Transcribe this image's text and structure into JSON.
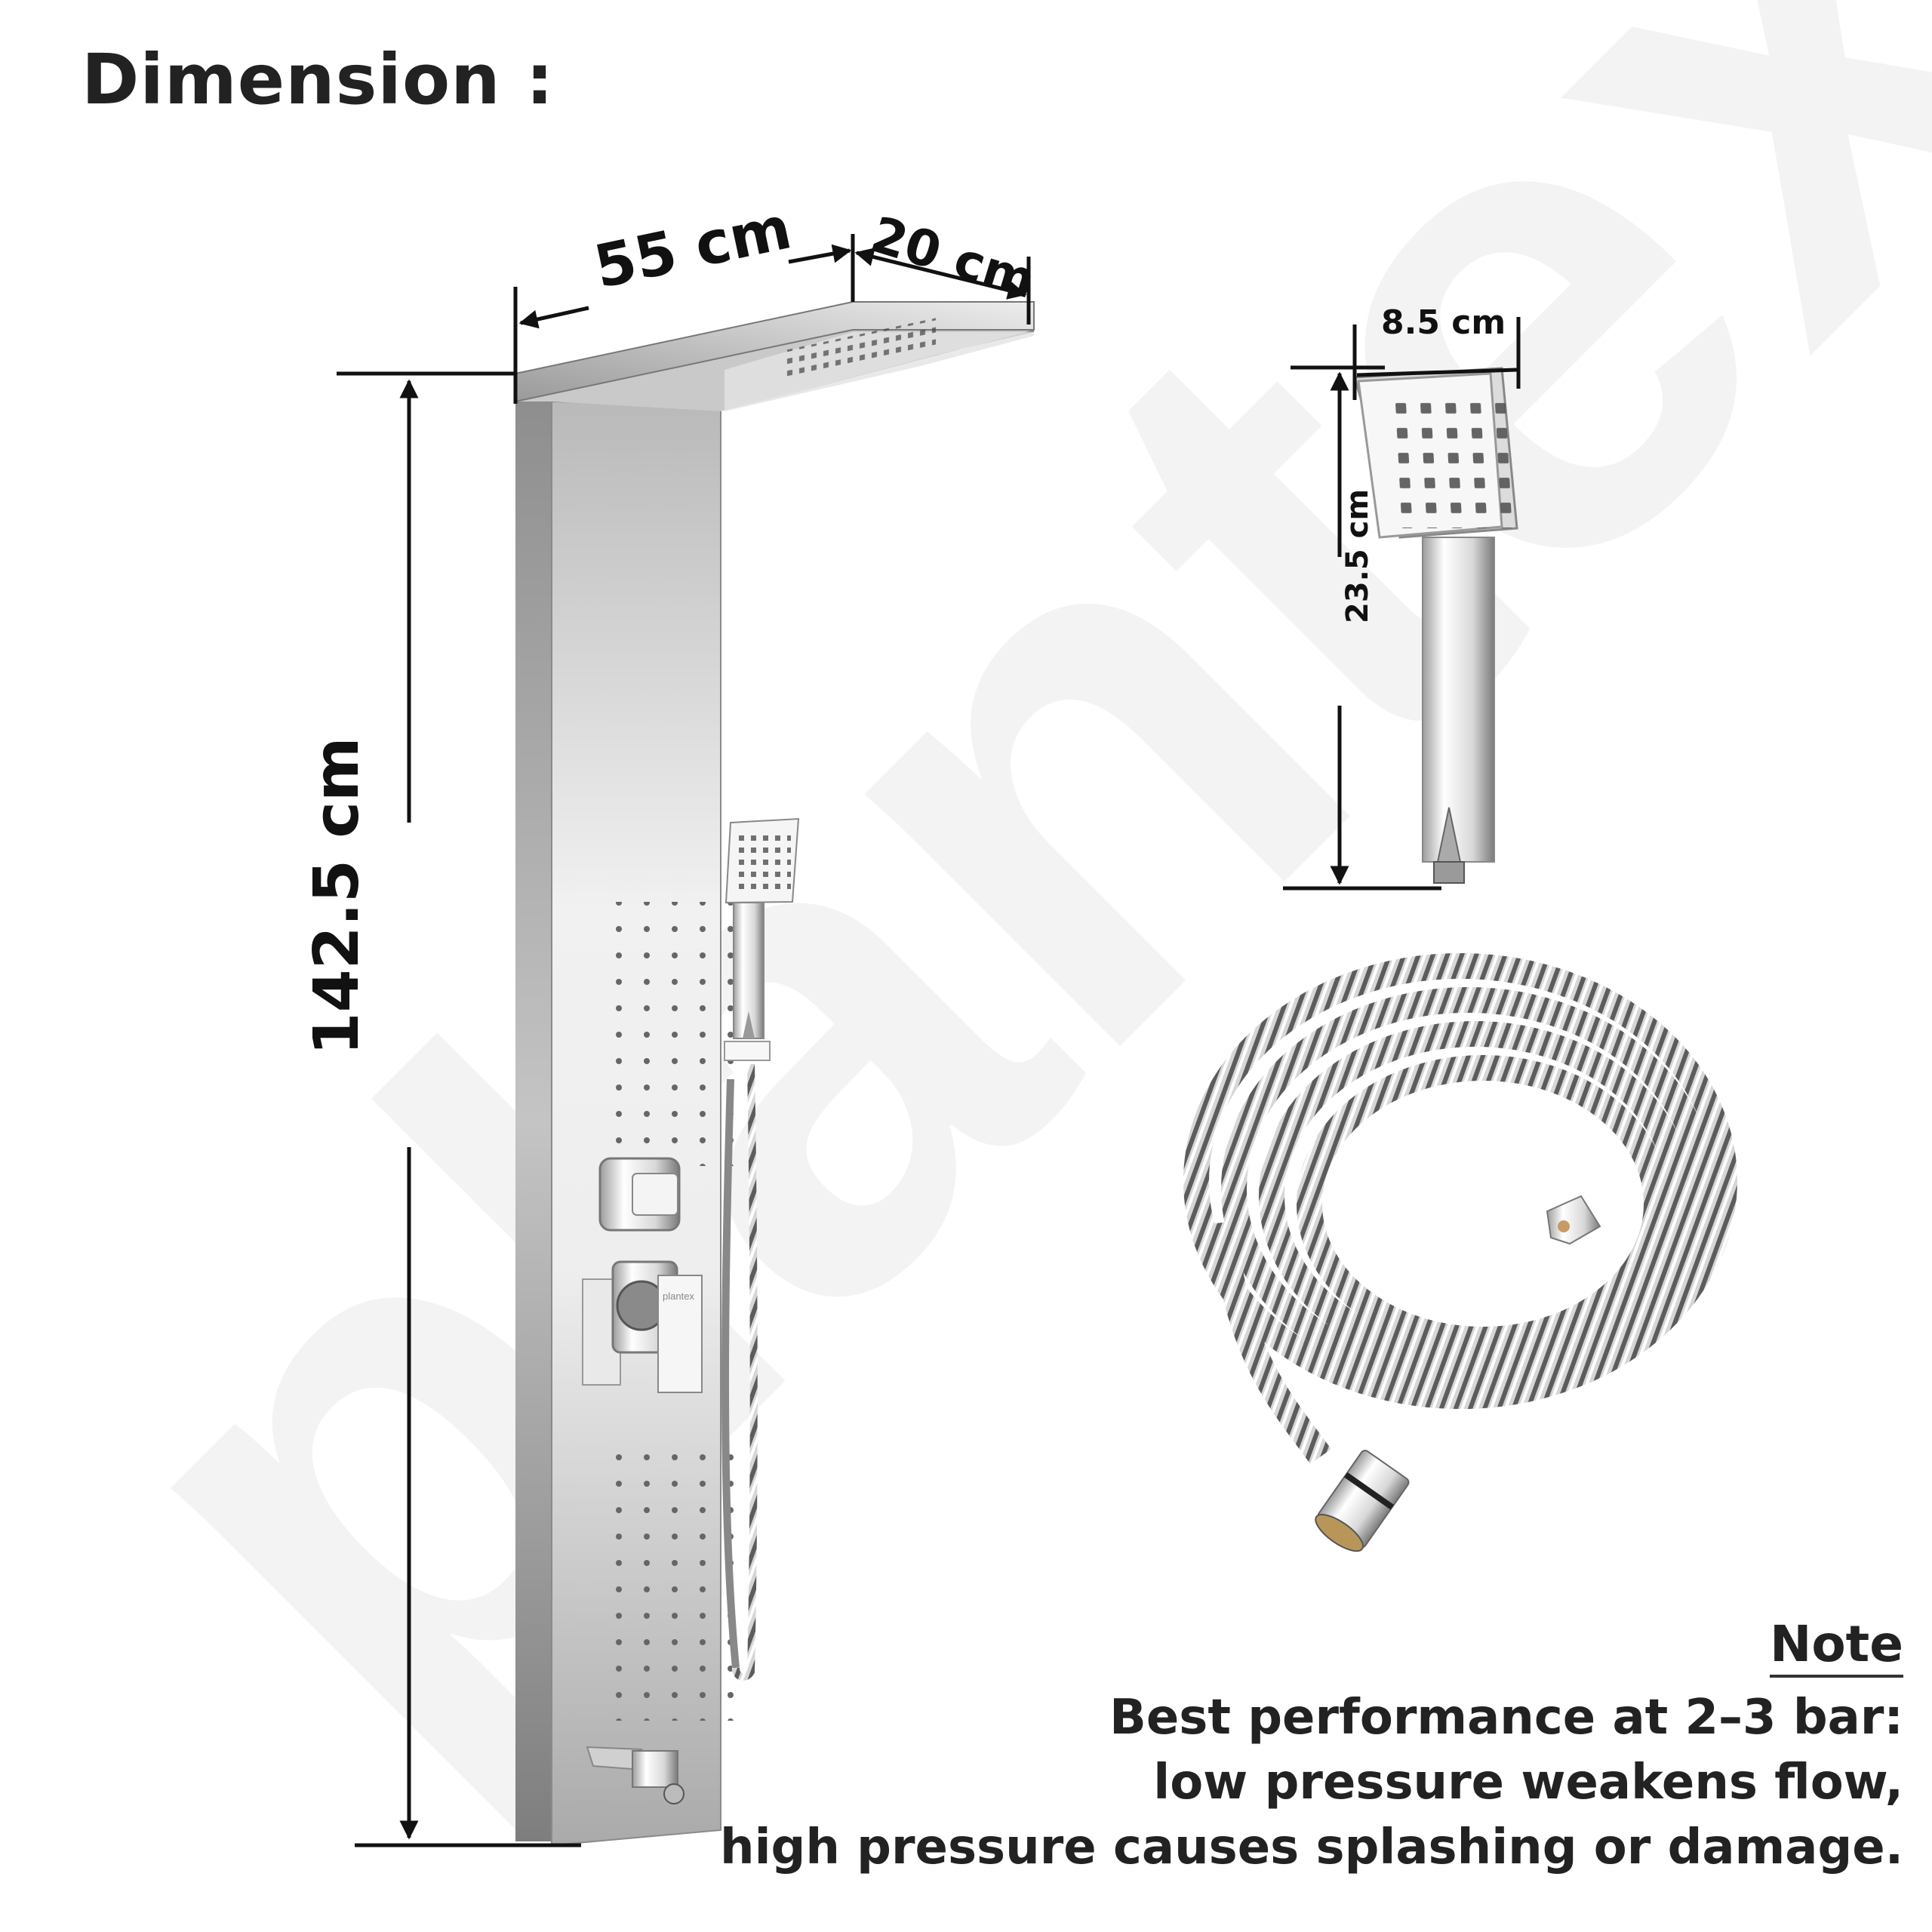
{
  "heading": "Dimension :",
  "watermark": {
    "text": "plantex",
    "color": "#f2f2f2"
  },
  "shower_panel": {
    "width_label": "55 cm",
    "depth_label": "20 cm",
    "height_label": "142.5 cm",
    "mixer_brand": "plantex"
  },
  "hand_shower": {
    "width_label": "8.5 cm",
    "length_label": "23.5 cm"
  },
  "hose": {
    "label": "flexible-hose"
  },
  "note": {
    "title": "Note",
    "lines": [
      "Best performance at 2–3 bar:",
      "low pressure weakens flow,",
      "high pressure causes splashing or damage."
    ]
  },
  "colors": {
    "text": "#222222",
    "dimension_line": "#111111",
    "steel_light": "#e6e6e6",
    "steel_mid": "#b5b5b5",
    "steel_dark": "#8a8a8a",
    "background": "#ffffff"
  }
}
